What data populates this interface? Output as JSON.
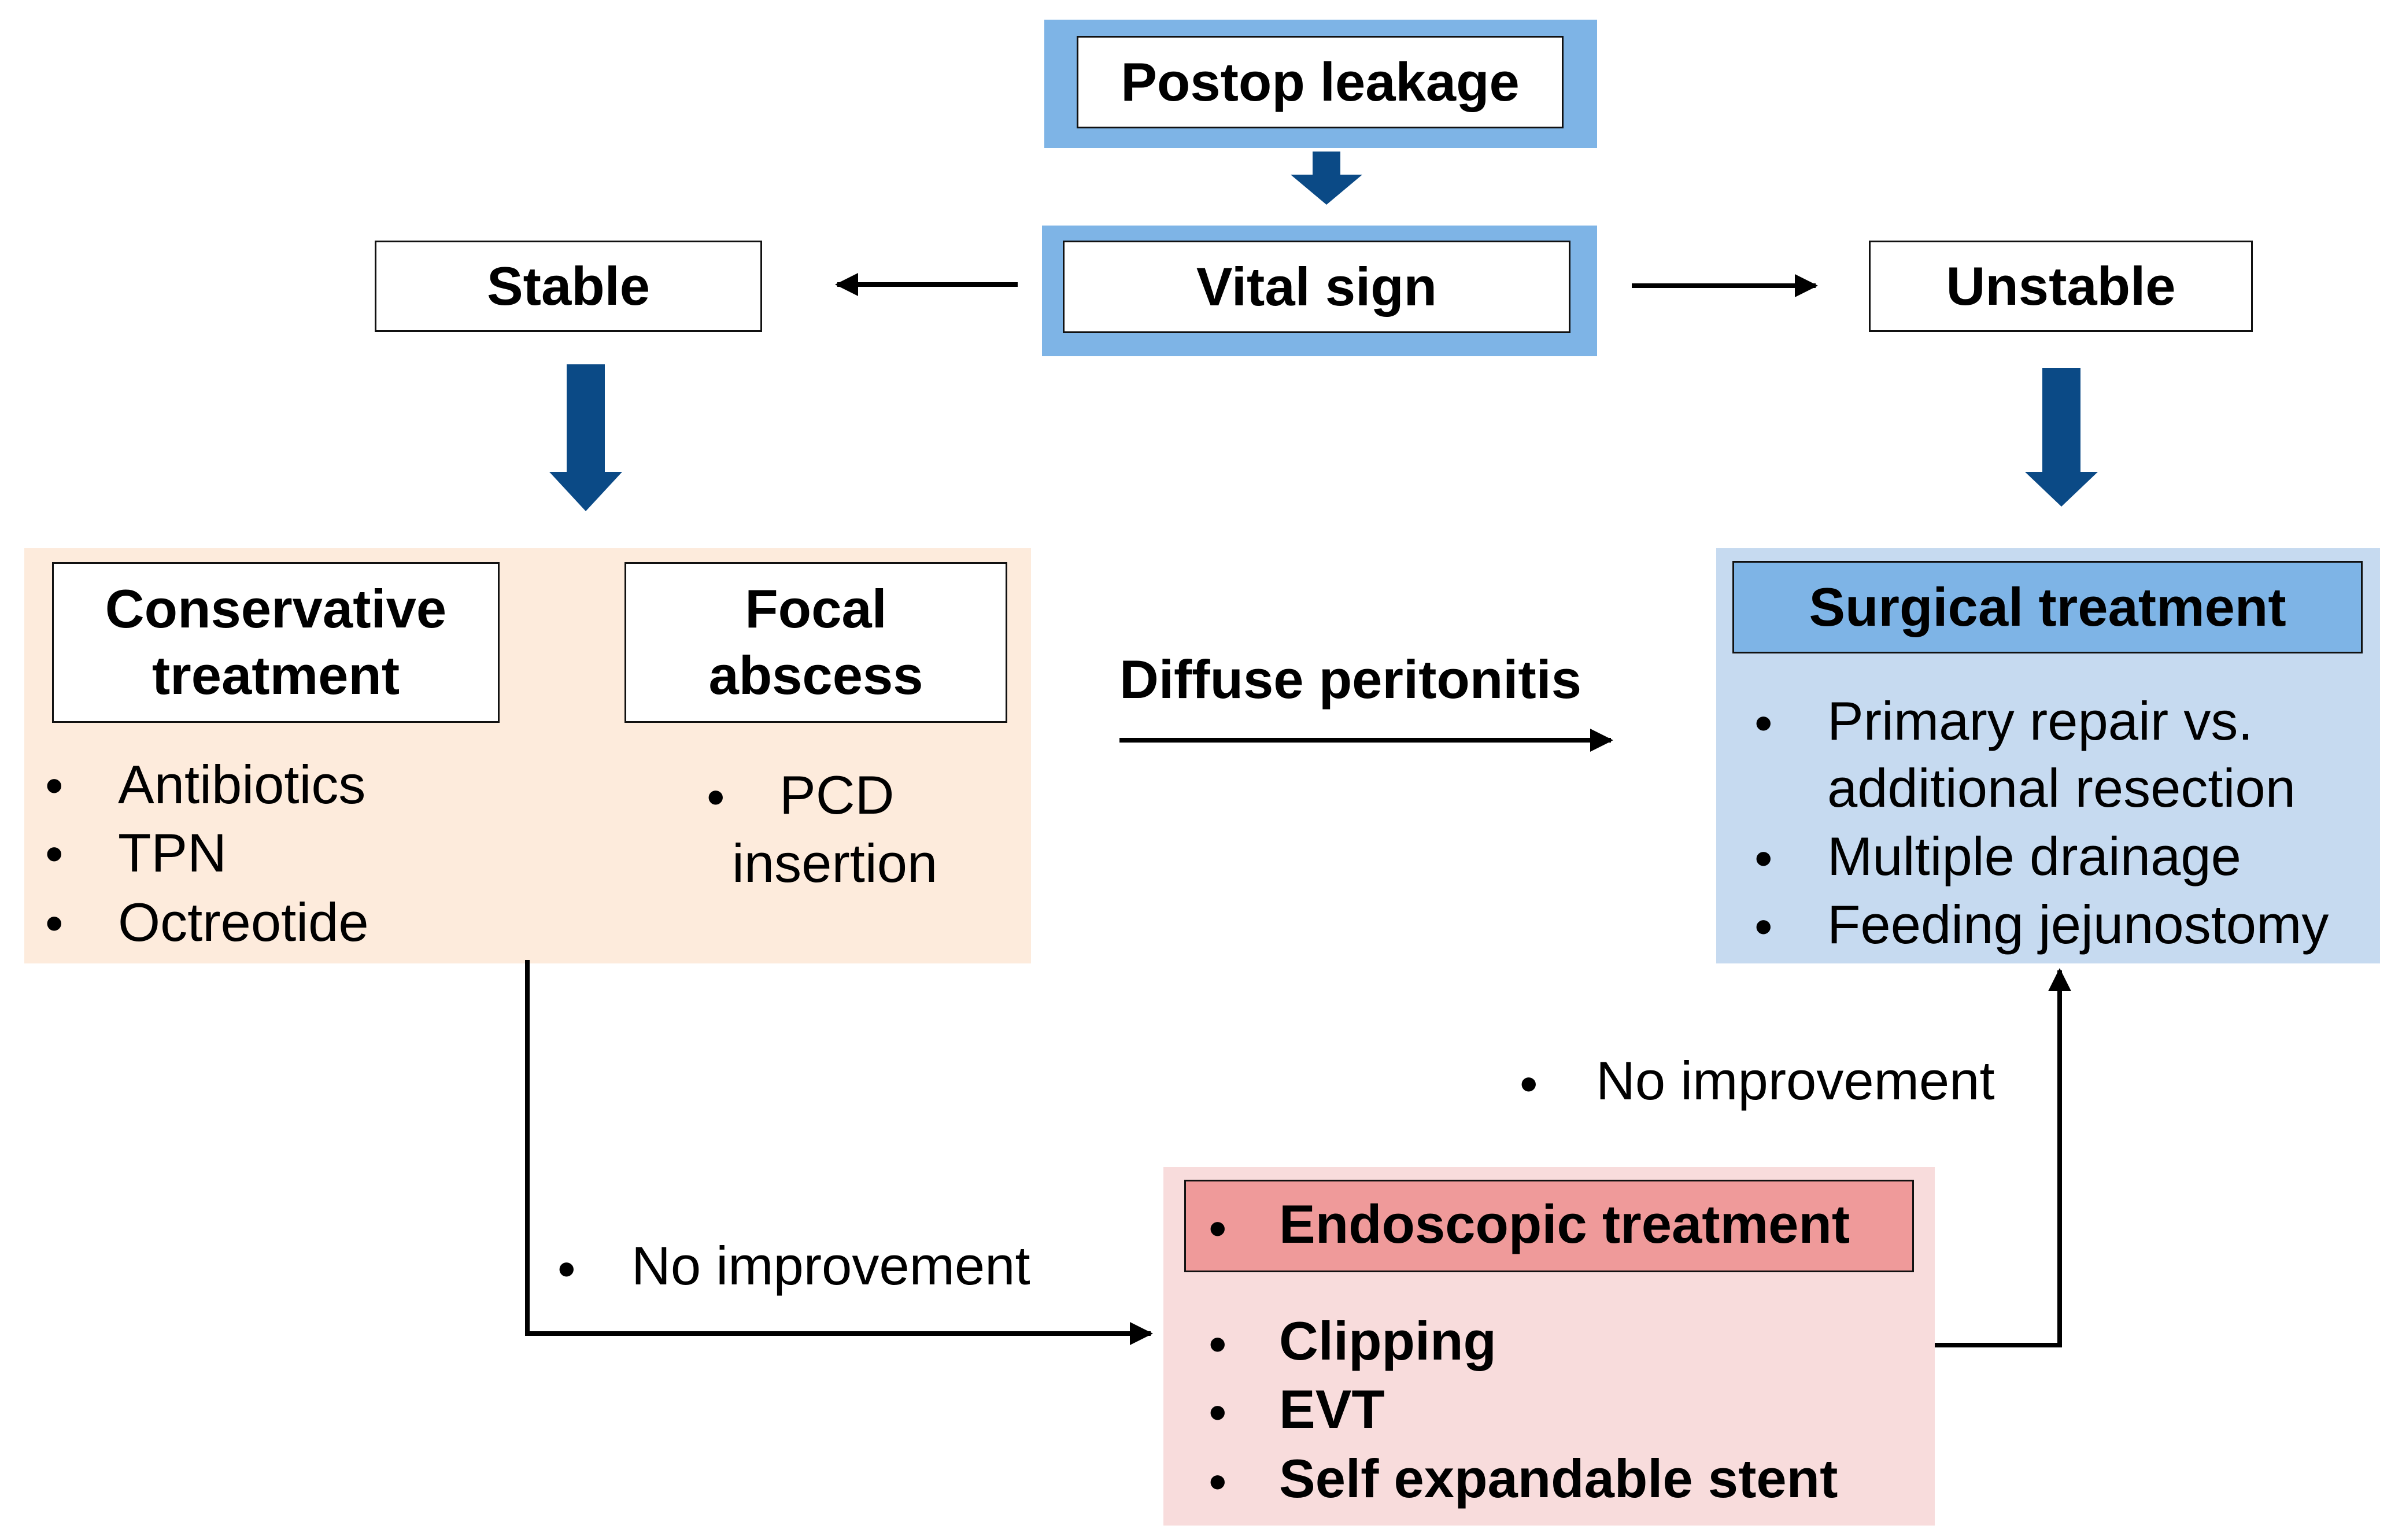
{
  "nodes": {
    "postop_leakage": "Postop leakage",
    "vital_sign": "Vital sign",
    "stable": "Stable",
    "unstable": "Unstable",
    "conservative": {
      "title_line1": "Conservative",
      "title_line2": "treatment",
      "items": [
        "Antibiotics",
        "TPN",
        "Octreotide"
      ]
    },
    "focal_abscess": {
      "title_line1": "Focal",
      "title_line2": "abscess",
      "item_line1": "PCD",
      "item_line2": "insertion"
    },
    "surgical": {
      "title": "Surgical treatment",
      "items": [
        "Primary repair vs.",
        "additional resection",
        "Multiple drainage",
        "Feeding jejunostomy"
      ]
    },
    "endoscopic": {
      "title": "Endoscopic treatment",
      "items": [
        "Clipping",
        "EVT",
        "Self expandable stent"
      ]
    }
  },
  "edges": {
    "diffuse_peritonitis": "Diffuse peritonitis",
    "no_improvement_left": "No improvement",
    "no_improvement_right": "No improvement"
  },
  "colors": {
    "highlight_blue": "#7eb4e6",
    "arrow_blue": "#0b4a86",
    "stable_panel": "#fdebdc",
    "surgical_panel": "#c6daf0",
    "endoscopic_panel": "#f8dcdc",
    "endoscopic_header": "#ef9a9a"
  }
}
